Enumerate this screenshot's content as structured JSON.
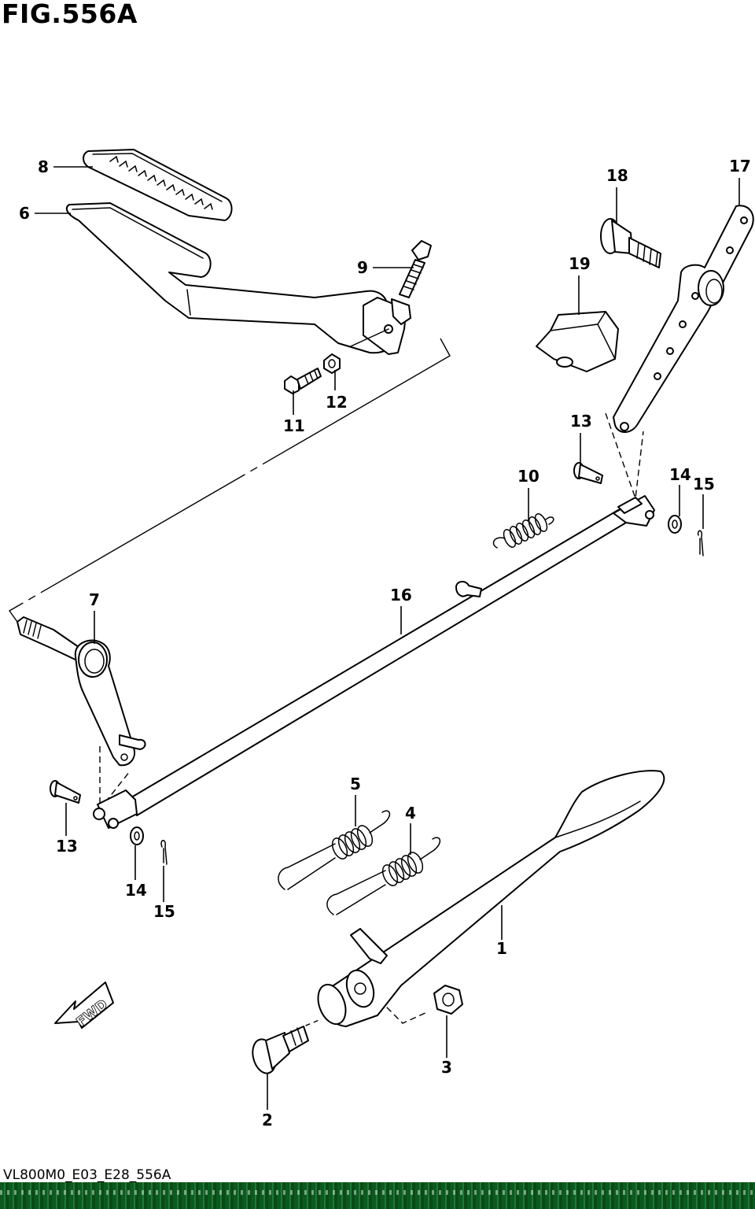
{
  "figure": {
    "title": "FIG.556A",
    "code": "VL800M0_E03_E28_556A",
    "direction_badge": "FWD"
  },
  "callouts": {
    "c1": "1",
    "c2": "2",
    "c3": "3",
    "c4": "4",
    "c5": "5",
    "c6": "6",
    "c7": "7",
    "c8": "8",
    "c9": "9",
    "c10": "10",
    "c11": "11",
    "c12": "12",
    "c13a": "13",
    "c13b": "13",
    "c14a": "14",
    "c14b": "14",
    "c15a": "15",
    "c15b": "15",
    "c16": "16",
    "c17": "17",
    "c18": "18",
    "c19": "19"
  },
  "colors": {
    "line": "#000000",
    "footer": "#0c5a1f"
  }
}
